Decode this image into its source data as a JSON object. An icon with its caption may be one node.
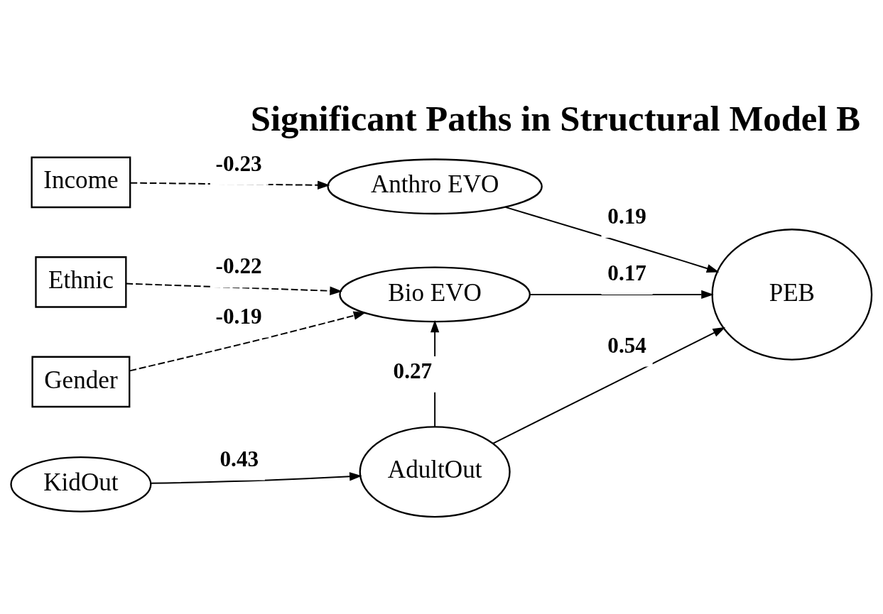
{
  "diagram": {
    "title": "Significant Paths in Structural Model B",
    "nodes": [
      {
        "text": [
          "Gender"
        ]
      },
      {
        "text": [
          "Ethnic"
        ]
      },
      {
        "text": [
          "Income"
        ]
      },
      {
        "text": [
          "Bio EVO"
        ]
      },
      {
        "text": [
          "Anthro EVO"
        ]
      },
      {
        "text": [
          "PEB"
        ]
      },
      {
        "text": [
          "KidOut"
        ]
      },
      {
        "text": [
          "AdultOut"
        ]
      }
    ],
    "edges": [
      {
        "from": 0,
        "to": 3,
        "arrow": "to",
        "label": "-0.19",
        "style": "dashed"
      },
      {
        "from": 1,
        "to": 3,
        "arrow": "to",
        "label": "-0.22",
        "style": "dashed"
      },
      {
        "from": 2,
        "to": 4,
        "arrow": "to",
        "label": "-0.23",
        "style": "dashed"
      },
      {
        "from": 3,
        "to": 5,
        "arrow": "to",
        "label": "0.17"
      },
      {
        "from": 4,
        "to": 5,
        "arrow": "to",
        "label": "0.19"
      },
      {
        "from": 7,
        "to": 3,
        "arrow": "to",
        "label": "0.27"
      },
      {
        "from": 7,
        "to": 5,
        "arrow": "to",
        "label": "0.54"
      },
      {
        "from": 6,
        "to": 7,
        "arrow": "to",
        "label": "0.43"
      }
    ]
  }
}
